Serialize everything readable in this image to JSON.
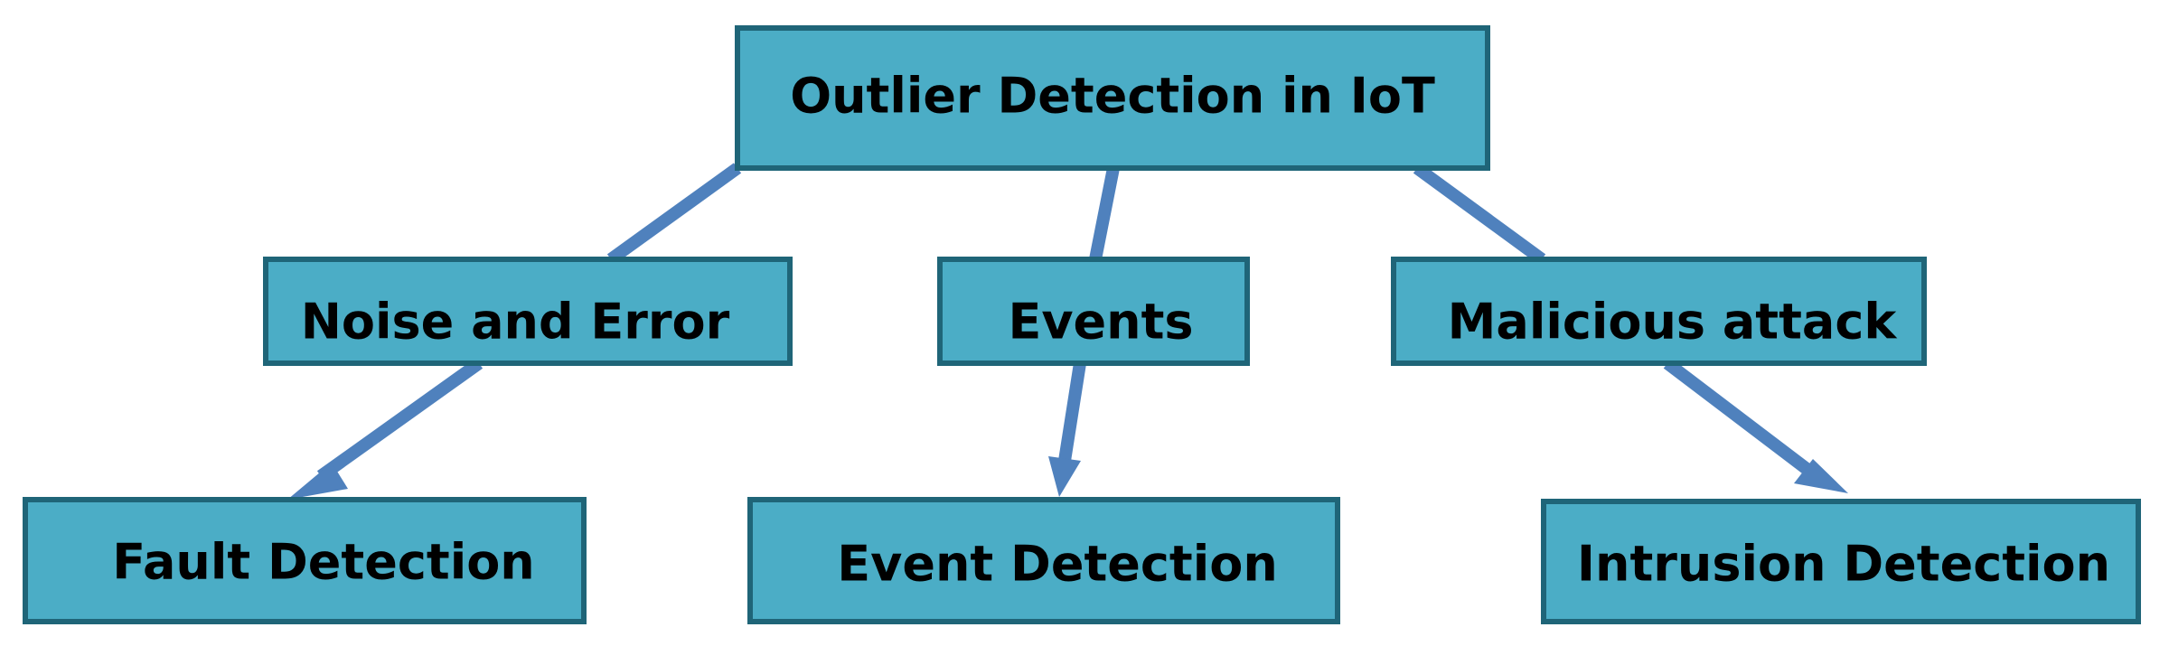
{
  "diagram": {
    "root": {
      "label": "Outlier Detection in IoT"
    },
    "categories": [
      {
        "label": "Noise and Error"
      },
      {
        "label": "Events"
      },
      {
        "label": "Malicious attack"
      }
    ],
    "outcomes": [
      {
        "label": "Fault Detection"
      },
      {
        "label": "Event Detection"
      },
      {
        "label": "Intrusion Detection"
      }
    ],
    "colors": {
      "box_fill": "#4badc6",
      "box_border": "#1f6578",
      "connector": "#4f81bd",
      "text": "#000000"
    }
  }
}
